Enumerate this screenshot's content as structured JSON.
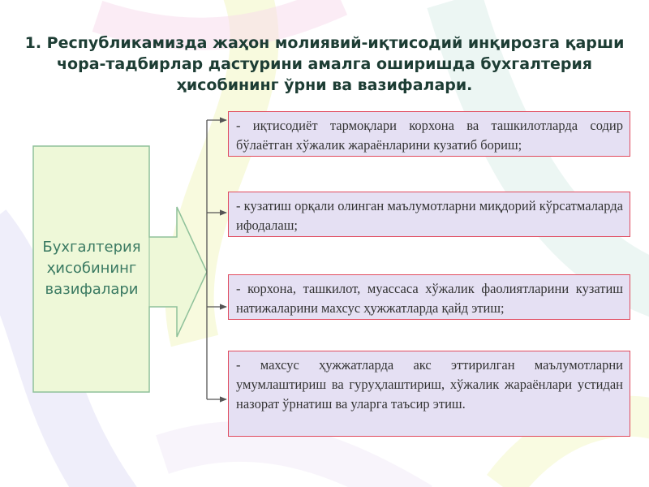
{
  "title": {
    "lines": [
      "1. Республикамизда жаҳон молиявий-иқтисодий инқирозга қарши",
      "чора-тадбирлар дастурини амалга оширишда бухгалтерия",
      "ҳисобининг ўрни ва вазифалари."
    ]
  },
  "main_block": {
    "lines": [
      "Бухгалтерия",
      "ҳисобининг",
      "вазифалари"
    ]
  },
  "tasks": [
    {
      "text": "- иқтисодиёт тармоқлари  корхона  ва ташкилотларда содир бўлаётган хўжалик жараёнларини кузатиб бориш;"
    },
    {
      "text": "- кузатиш орқали олинган маълумотларни миқдорий кўрсатмаларда ифодалаш;"
    },
    {
      "text": "- корхона, ташкилот, муассаса хўжалик фаолиятларини кузатиш натижаларини махсус ҳужжатларда қайд этиш;"
    },
    {
      "text": "- махсус ҳужжатларда акс эттирилган маълумотларни умумлаштириш ва гуруҳлаштириш, хўжалик жараёнлари устидан назорат ўрнатиш ва уларга таъсир этиш."
    }
  ],
  "colors": {
    "title": "#1d3d34",
    "main_block_fill": "#eef8d8",
    "main_block_border": "#8fc19a",
    "main_block_text": "#3a7a62",
    "task_fill": "#e5e0f3",
    "task_border": "#e04a5e",
    "connector": "#555555"
  }
}
